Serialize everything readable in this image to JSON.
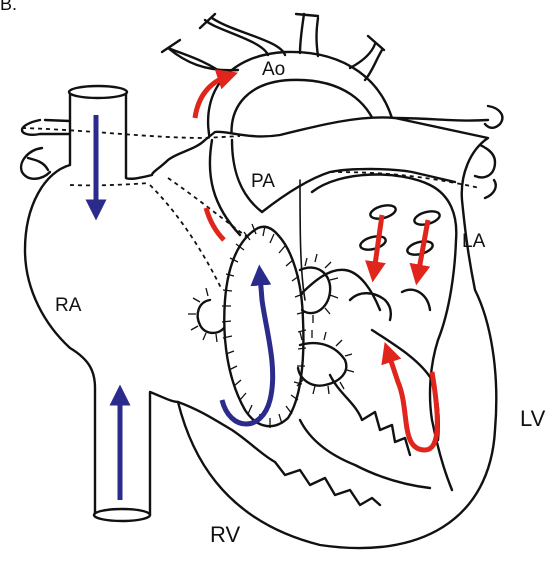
{
  "corner_mark": "B.",
  "labels": {
    "ao": "Ao",
    "pa": "PA",
    "la": "LA",
    "ra": "RA",
    "lv": "LV",
    "rv": "RV"
  },
  "colors": {
    "outline": "#111111",
    "blue_arrow": "#2b2b8c",
    "red_arrow": "#e0261c",
    "background": "#ffffff"
  }
}
